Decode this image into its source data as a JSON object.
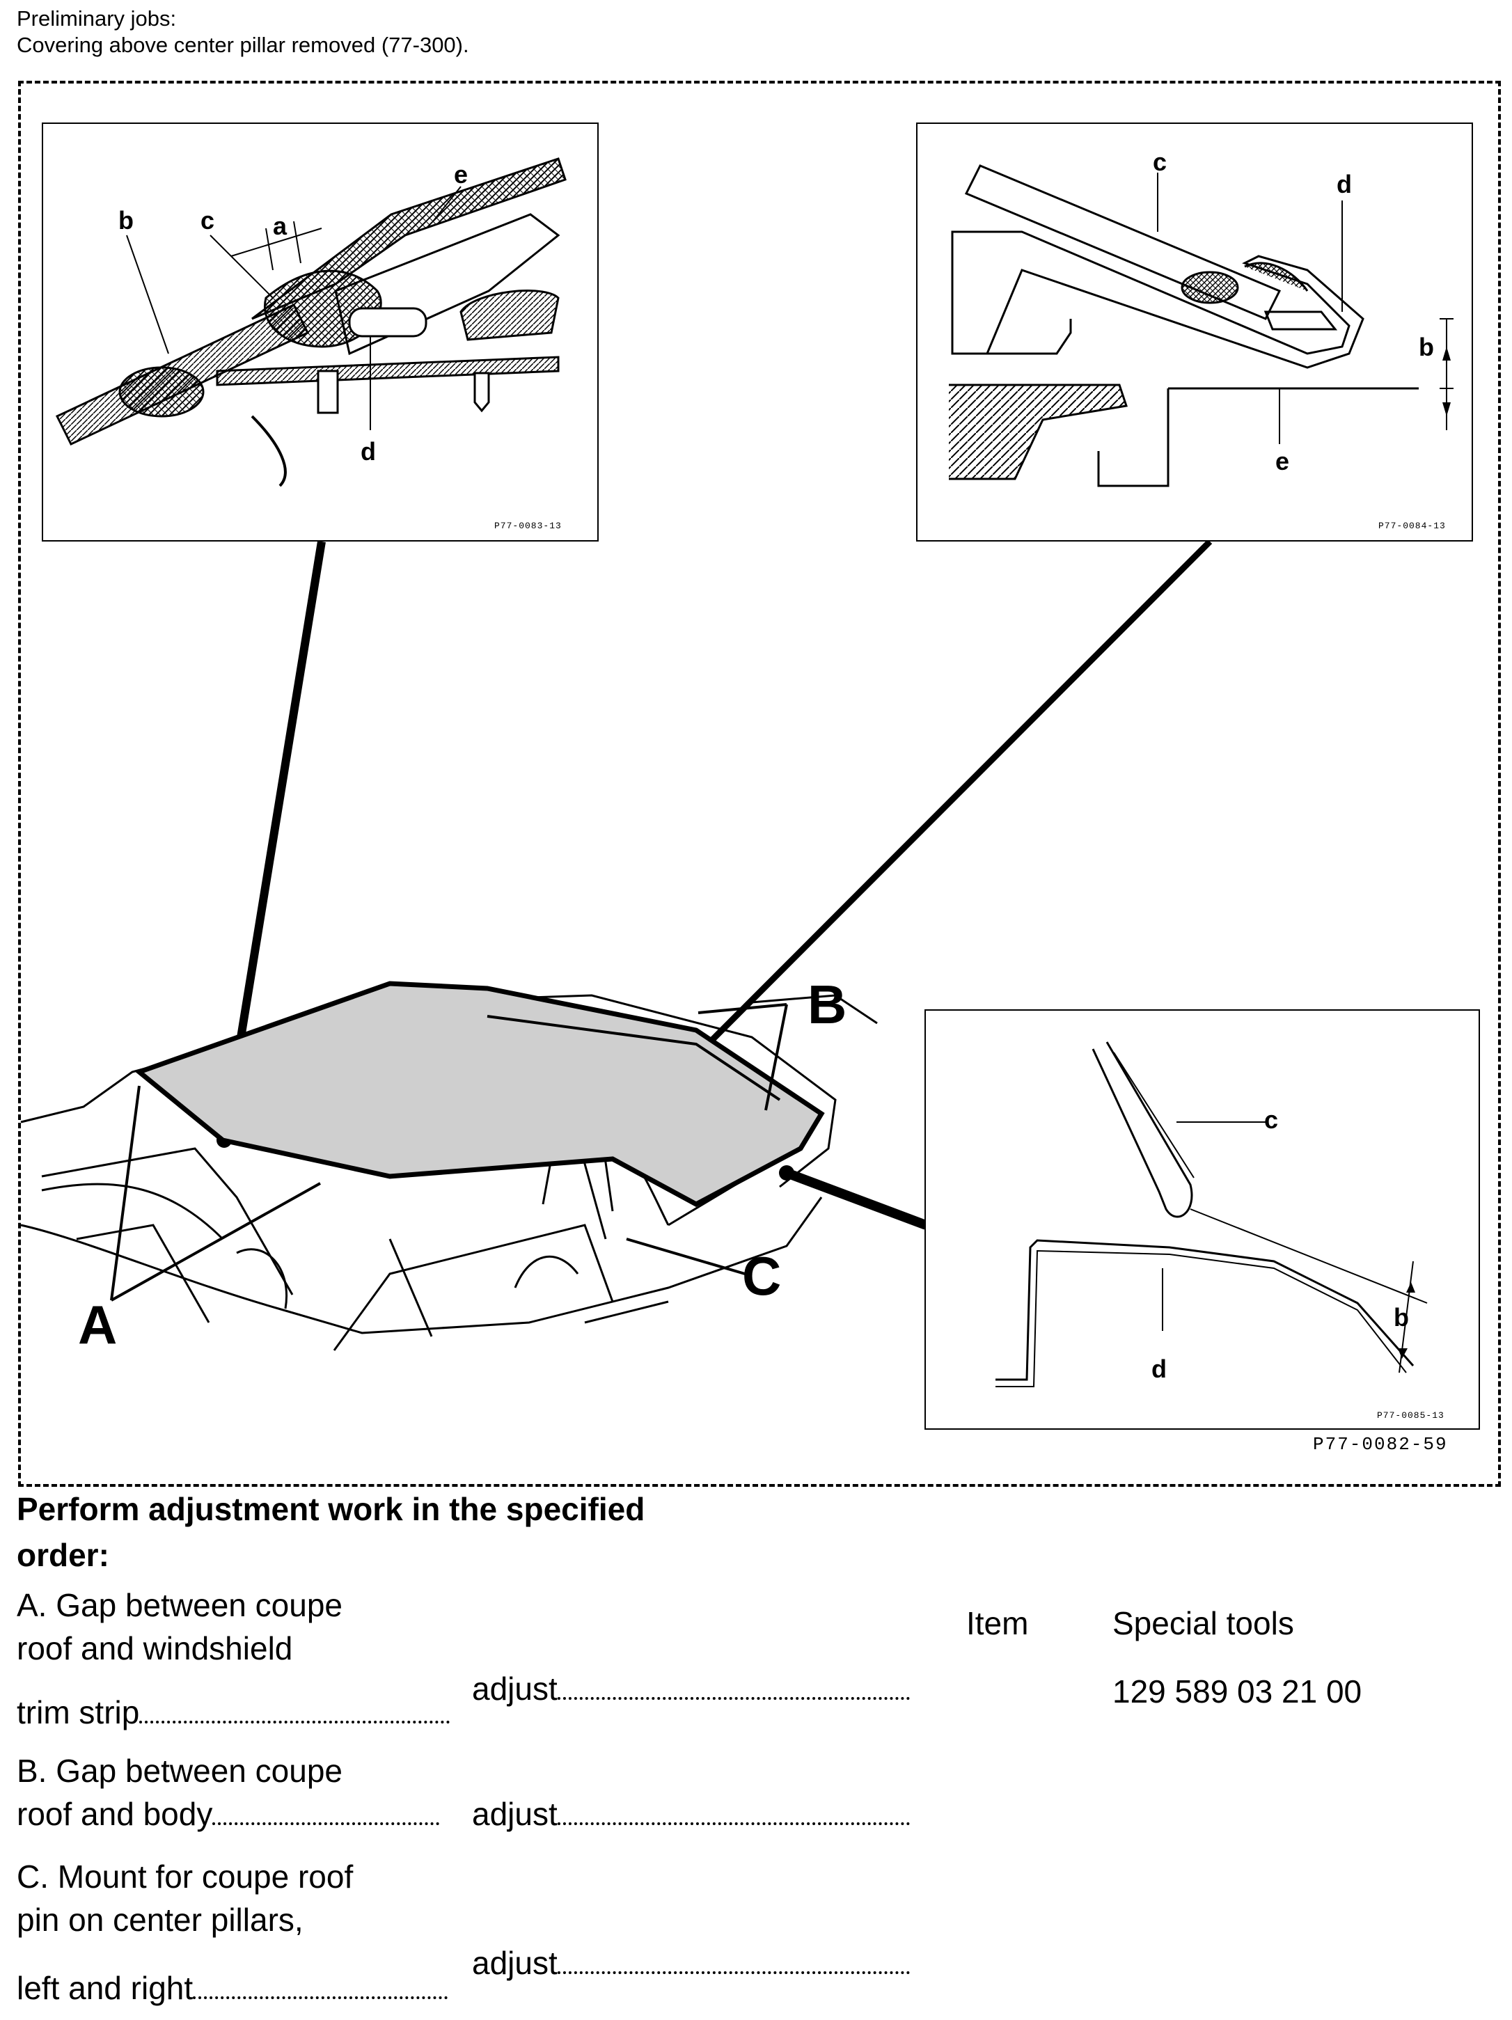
{
  "preliminary": {
    "line1": "Preliminary jobs:",
    "line2": "Covering above center pillar removed (77-300)."
  },
  "figure": {
    "inset_top_left": {
      "code": "P77-0083-13",
      "labels": {
        "a": "a",
        "b": "b",
        "c": "c",
        "d": "d",
        "e": "e"
      }
    },
    "inset_top_right": {
      "code": "P77-0084-13",
      "labels": {
        "b": "b",
        "c": "c",
        "d": "d",
        "e": "e"
      }
    },
    "inset_bottom_right": {
      "code": "P77-0085-13",
      "labels": {
        "b": "b",
        "c": "c",
        "d": "d"
      }
    },
    "main_labels": {
      "A": "A",
      "B": "B",
      "C": "C"
    },
    "figure_code": "P77-0082-59"
  },
  "instructions": {
    "heading_line1": "Perform adjustment work in the specified",
    "heading_line2": "order:",
    "item_header": "Item",
    "special_tools_header": "Special tools",
    "special_tool": "129 589 03 21 00",
    "steps": [
      {
        "line1": "A. Gap between coupe",
        "line2": "roof and windshield",
        "line3": "trim strip",
        "action": "adjust"
      },
      {
        "line1": "B. Gap between coupe",
        "line2": "roof and body",
        "action": "adjust"
      },
      {
        "line1": "C. Mount for coupe roof",
        "line2": "pin on center pillars,",
        "line3": "left and right",
        "action": "adjust"
      }
    ]
  }
}
